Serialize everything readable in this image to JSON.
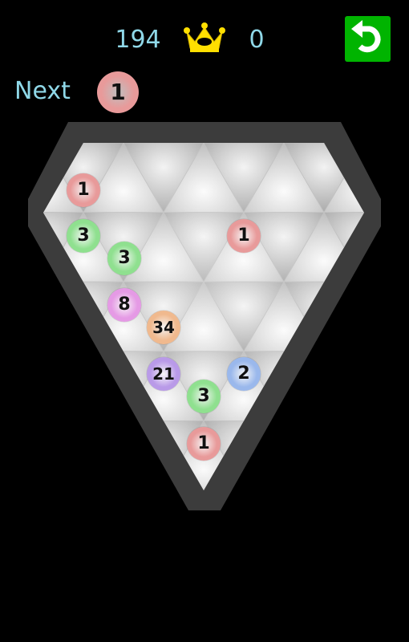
{
  "header": {
    "score": "194",
    "best_score": "0",
    "crown_icon": "crown-icon",
    "undo_icon": "undo-icon"
  },
  "next": {
    "label": "Next",
    "value": "1",
    "color": "#e89a9a"
  },
  "colors": {
    "text_accent": "#8fd8e8",
    "crown": "#ffdf00",
    "undo_bg": "#00b400",
    "frame": "#3c3c3c",
    "tile_light": "#ededed",
    "tile_dark": "#a8a8a8"
  },
  "board": {
    "balls": [
      {
        "value": "1",
        "row": 0,
        "slot": 0,
        "color": "#e89a9a"
      },
      {
        "value": "3",
        "row": 1,
        "slot": 0,
        "color": "#8fe08f"
      },
      {
        "value": "1",
        "row": 1,
        "slot": 4,
        "color": "#e89a9a"
      },
      {
        "value": "3",
        "row": 1,
        "slot": 1,
        "color": "#8fe08f"
      },
      {
        "value": "8",
        "row": 2,
        "slot": 0,
        "color": "#e59ae5"
      },
      {
        "value": "34",
        "row": 2,
        "slot": 1,
        "color": "#f0b98e"
      },
      {
        "value": "21",
        "row": 3,
        "slot": 0,
        "color": "#b99ae8"
      },
      {
        "value": "2",
        "row": 3,
        "slot": 2,
        "color": "#9ab8ec"
      },
      {
        "value": "3",
        "row": 3,
        "slot": 1,
        "color": "#8fe08f"
      },
      {
        "value": "1",
        "row": 4,
        "slot": 0,
        "color": "#e89a9a"
      }
    ]
  }
}
